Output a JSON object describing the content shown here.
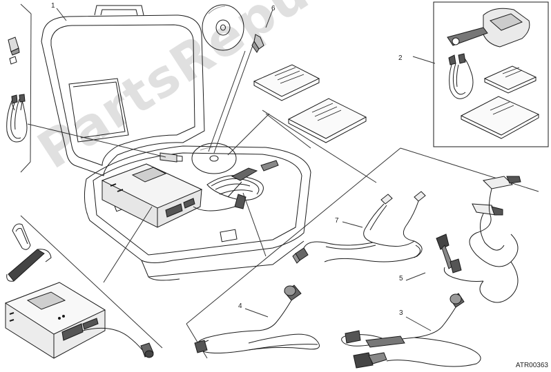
{
  "callouts": {
    "c1": "1",
    "c2": "2",
    "c3": "3",
    "c4": "4",
    "c5": "5",
    "c6": "6",
    "c7": "7"
  },
  "reference_code": "ATR00363",
  "watermark_text": "PartsRepublik",
  "colors": {
    "line": "#1a1a1a",
    "fill_dark": "#333333",
    "fill_mid": "#9a9a9a",
    "fill_light": "#dcdcdc"
  }
}
